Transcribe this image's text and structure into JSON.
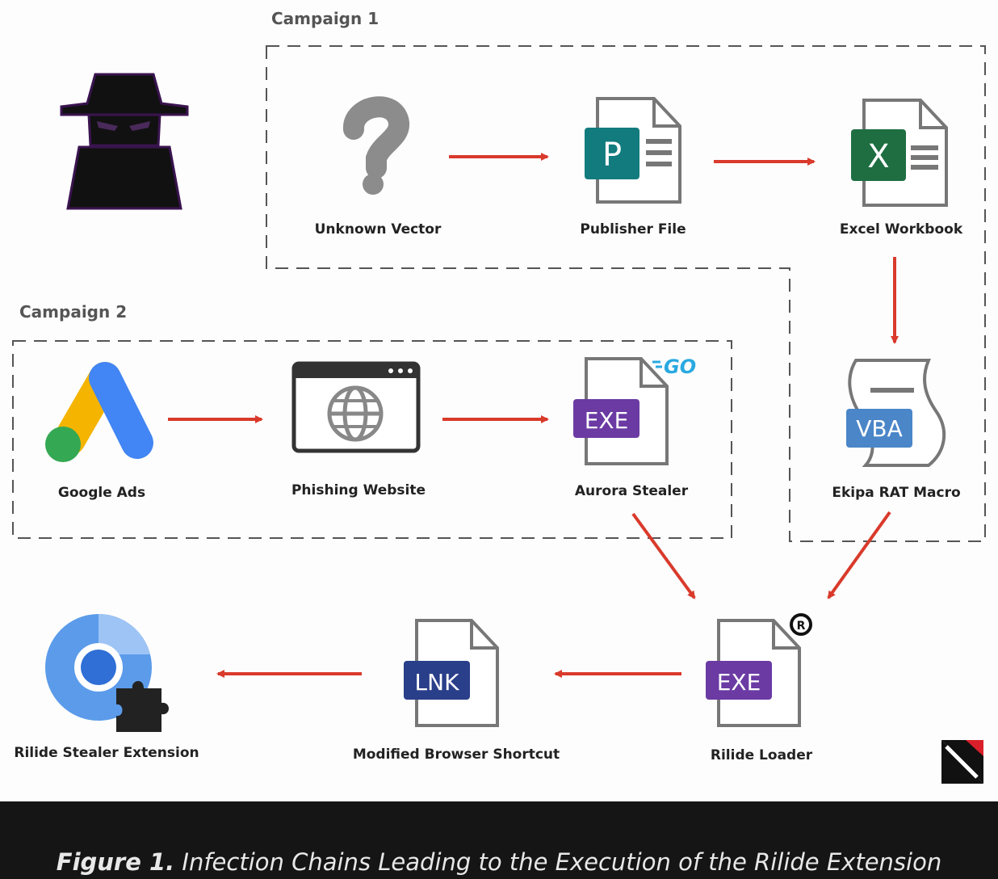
{
  "groups": {
    "campaign1": "Campaign 1",
    "campaign2": "Campaign 2"
  },
  "nodes": {
    "unknown_vector": {
      "label": "Unknown Vector",
      "glyph": "?"
    },
    "publisher_file": {
      "label": "Publisher File",
      "badge": "P"
    },
    "excel_workbook": {
      "label": "Excel Workbook",
      "badge": "X"
    },
    "ekipa_rat_macro": {
      "label": "Ekipa RAT Macro",
      "badge": "VBA"
    },
    "google_ads": {
      "label": "Google Ads"
    },
    "phishing_website": {
      "label": "Phishing Website"
    },
    "aurora_stealer": {
      "label": "Aurora Stealer",
      "badge": "EXE",
      "tag": "GO"
    },
    "rilide_loader": {
      "label": "Rilide Loader",
      "badge": "EXE",
      "tag": "R"
    },
    "modified_browser_shortcut": {
      "label": "Modified Browser Shortcut",
      "badge": "LNK"
    },
    "rilide_stealer_extension": {
      "label": "Rilide Stealer Extension"
    }
  },
  "caption": {
    "figure": "Figure 1.",
    "text": " Infection Chains Leading to the Execution of the Rilide Extension"
  },
  "colors": {
    "arrow": "#d93a2b",
    "publisher": "#117b7e",
    "excel": "#1e6e41",
    "exe": "#6b3aa3",
    "vba": "#4a86c8",
    "lnk": "#2a3f8a",
    "go": "#29a9e1"
  }
}
